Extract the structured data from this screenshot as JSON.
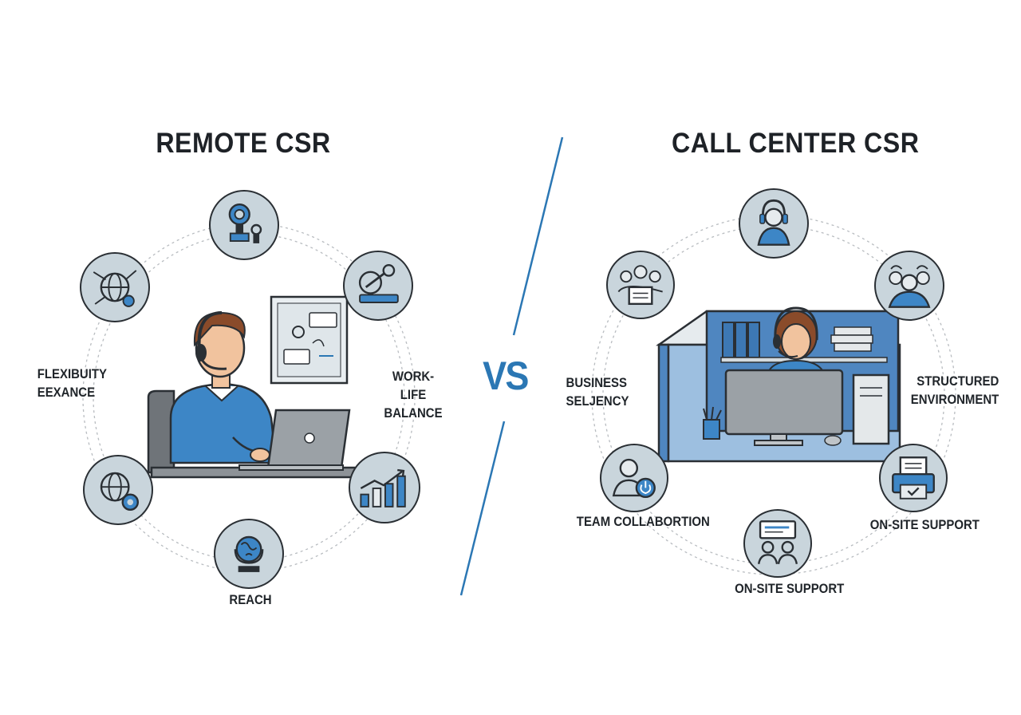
{
  "left": {
    "title": "REMOTE CSR",
    "labels": {
      "flexibility": "FLEXIBUITY\nEEXANCE",
      "work_life": "WORK-LIFE\nBALANCE",
      "reach": "REACH"
    }
  },
  "divider": {
    "vs": "VS"
  },
  "right": {
    "title": "CALL CENTER CSR",
    "labels": {
      "business": "BUSINESS\nSELJENCY",
      "structured": "STRUCTURED\nENVIRONMENT",
      "team": "TEAM COLLABORTION",
      "onsite_right": "ON-SITE SUPPORT",
      "onsite_bottom": "ON-SITE SUPPORT"
    }
  },
  "colors": {
    "accent_blue": "#2b77b4",
    "bubble_fill": "#c9d5dc",
    "outline": "#2a2f34",
    "cubicle_blue": "#4f86c0"
  },
  "icons": [
    "award-trophy-icon",
    "global-network-icon",
    "key-settings-icon",
    "globe-settings-icon",
    "growth-chart-icon",
    "world-reach-icon",
    "headset-agent-icon",
    "team-presentation-icon",
    "group-meeting-icon",
    "user-power-icon",
    "support-chat-icon",
    "printer-documents-icon"
  ]
}
